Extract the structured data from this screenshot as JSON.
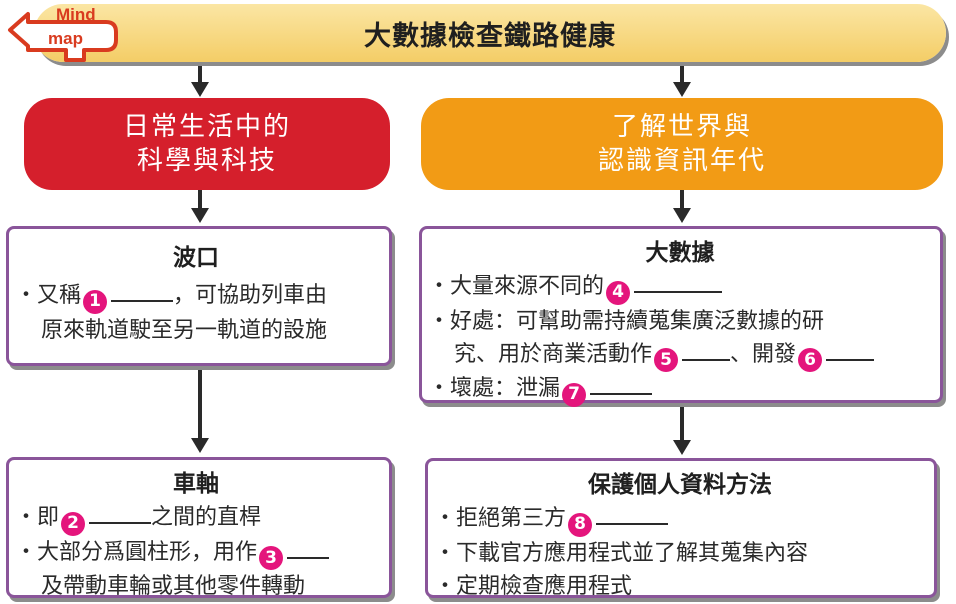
{
  "logo": {
    "line1": "Mind",
    "line2": "map"
  },
  "title": "大數據檢查鐵路健康",
  "left_category": {
    "line1": "日常生活中的",
    "line2": "科學與科技"
  },
  "right_category": {
    "line1": "了解世界與",
    "line2": "認識資訊年代"
  },
  "box_turnout": {
    "title": "波口",
    "bullet": "・",
    "l1_pre": "又稱",
    "l1_num": "1",
    "l1_post": "，可協助列車由",
    "l2": "原來軌道駛至另一軌道的設施"
  },
  "box_axle": {
    "title": "車軸",
    "bullet": "・",
    "l1_pre": "即",
    "l1_num": "2",
    "l1_post": "之間的直桿",
    "l2_pre": "大部分爲圓柱形，用作",
    "l2_num": "3",
    "l3": "及帶動車輪或其他零件轉動"
  },
  "box_bigdata": {
    "title": "大數據",
    "bullet": "・",
    "l1_pre": "大量來源不同的",
    "l1_num": "4",
    "l2": "好處：可幫助需持續蒐集廣泛數據的研",
    "l3_pre": "究、用於商業活動作",
    "l3_num": "5",
    "l3_mid": "、開發",
    "l3_num2": "6",
    "l4_pre": "壞處：泄漏",
    "l4_num": "7"
  },
  "box_privacy": {
    "title": "保護個人資料方法",
    "bullet": "・",
    "l1_pre": "拒絕第三方",
    "l1_num": "8",
    "l2": "下載官方應用程式並了解其蒐集內容",
    "l3": "定期檢查應用程式"
  }
}
